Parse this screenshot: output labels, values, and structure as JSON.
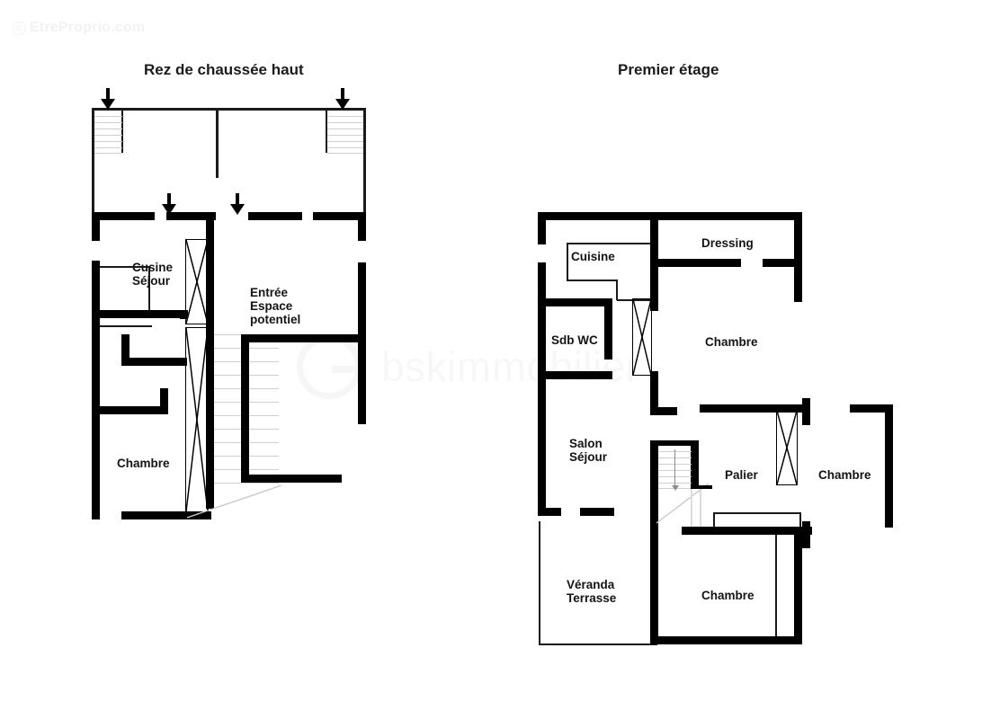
{
  "document": {
    "type": "floor-plan",
    "background_color": "#ffffff",
    "wall_color": "#000000",
    "text_color": "#141414"
  },
  "watermarks": {
    "corner": {
      "symbol": "©",
      "text": "EtreProprio.com",
      "color": "#f2f2f2"
    },
    "center": {
      "text": "bskimmobilier",
      "logo": "circle-g-logo",
      "color": "#f7f7f7"
    }
  },
  "plans": [
    {
      "id": "ground-floor",
      "title": "Rez de chaussée haut",
      "rooms": [
        {
          "name": "Cusine Séjour",
          "lines": [
            "Cusine",
            "Séjour"
          ]
        },
        {
          "name": "Entrée Espace potentiel",
          "lines": [
            "Entrée",
            "Espace",
            "potentiel"
          ]
        },
        {
          "name": "Chambre",
          "lines": [
            "Chambre"
          ]
        }
      ],
      "symbols": {
        "down_arrows": 4,
        "staircases": 3,
        "shafts": 2
      }
    },
    {
      "id": "first-floor",
      "title": "Premier étage",
      "rooms": [
        {
          "name": "Cuisine",
          "lines": [
            "Cuisine"
          ]
        },
        {
          "name": "Dressing",
          "lines": [
            "Dressing"
          ]
        },
        {
          "name": "Sdb WC",
          "lines": [
            "Sdb WC"
          ]
        },
        {
          "name": "Chambre nord",
          "lines": [
            "Chambre"
          ]
        },
        {
          "name": "Salon Séjour",
          "lines": [
            "Salon",
            "Séjour"
          ]
        },
        {
          "name": "Palier",
          "lines": [
            "Palier"
          ]
        },
        {
          "name": "Chambre est",
          "lines": [
            "Chambre"
          ]
        },
        {
          "name": "Véranda Terrasse",
          "lines": [
            "Véranda",
            "Terrasse"
          ]
        },
        {
          "name": "Chambre sud",
          "lines": [
            "Chambre"
          ]
        }
      ],
      "symbols": {
        "down_arrows": 0,
        "staircases": 1,
        "shafts": 2
      }
    }
  ],
  "labels": {
    "left": {
      "cusine": "Cusine",
      "sejour": "Séjour",
      "entree": "Entrée",
      "espace": "Espace",
      "potentiel": "potentiel",
      "chambre": "Chambre"
    },
    "right": {
      "cuisine": "Cuisine",
      "dressing": "Dressing",
      "sdb_wc": "Sdb WC",
      "chambre_nord": "Chambre",
      "salon": "Salon",
      "sejour": "Séjour",
      "palier": "Palier",
      "chambre_est": "Chambre",
      "veranda": "Véranda",
      "terrasse": "Terrasse",
      "chambre_sud": "Chambre"
    }
  }
}
